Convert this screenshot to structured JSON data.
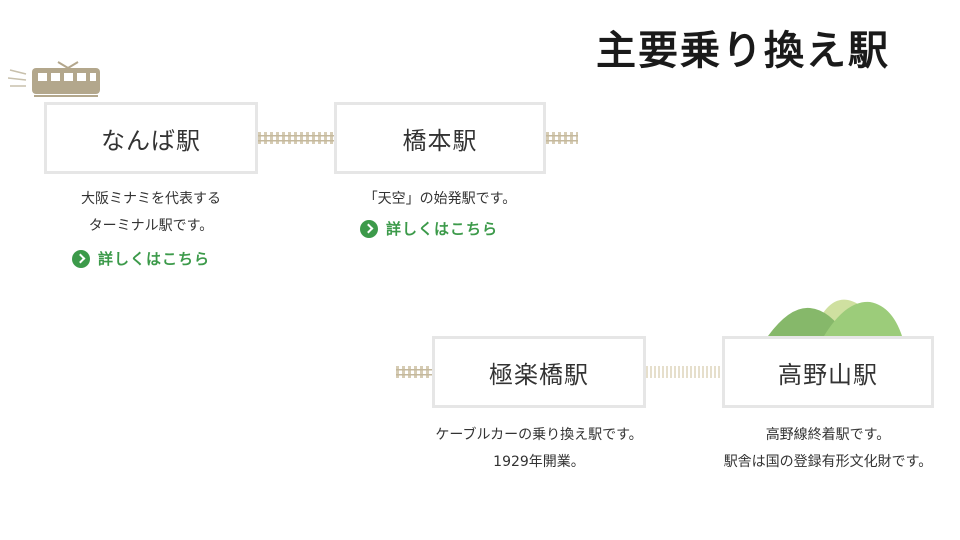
{
  "title": "主要乗り換え駅",
  "colors": {
    "link": "#3c9a4a",
    "track": "#d6ccb4",
    "train": "#b3a78c",
    "border": "#e6e6e6"
  },
  "stations": [
    {
      "name": "なんば駅",
      "desc": [
        "大阪ミナミを代表する",
        "ターミナル駅です。"
      ],
      "link": "詳しくはこちら"
    },
    {
      "name": "橋本駅",
      "desc": [
        "「天空」の始発駅です。"
      ],
      "link": "詳しくはこちら"
    },
    {
      "name": "極楽橋駅",
      "desc": [
        "ケーブルカーの乗り換え駅です。",
        "1929年開業。"
      ]
    },
    {
      "name": "高野山駅",
      "desc": [
        "高野線終着駅です。",
        "駅舎は国の登録有形文化財です。"
      ]
    }
  ]
}
